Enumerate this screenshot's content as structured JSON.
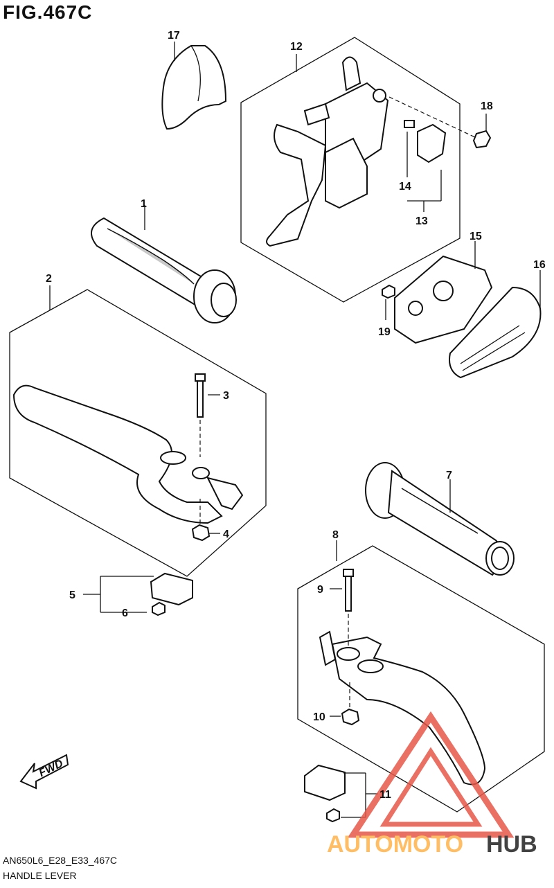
{
  "figure": {
    "title": "FIG.467C",
    "code": "AN650L6_E28_E33_467C",
    "name": "HANDLE LEVER"
  },
  "callouts": [
    "1",
    "2",
    "3",
    "4",
    "5",
    "6",
    "7",
    "8",
    "9",
    "10",
    "11",
    "12",
    "13",
    "14",
    "15",
    "16",
    "17",
    "18",
    "19"
  ],
  "fwd_label": "FWD",
  "watermark": {
    "text_auto": "AUTOMOTO",
    "text_hub": "HUB",
    "color_primary": "#e8584a",
    "color_secondary": "#ffb24a",
    "color_hub": "#222222"
  },
  "colors": {
    "ink": "#111111",
    "shade": "#c9c9c9"
  }
}
